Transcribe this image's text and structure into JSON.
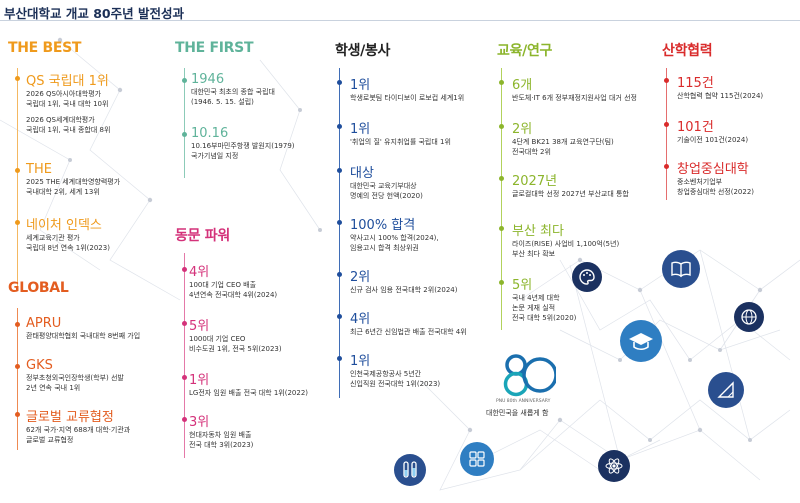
{
  "page_title": "부산대학교 개교 80주년 발전성과",
  "colors": {
    "navy": "#1b2f56",
    "best": "#ef9a1c",
    "global": "#e35d20",
    "first": "#5fb39a",
    "alumni": "#d4327a",
    "student": "#1f4e9c",
    "edu": "#8cb52c",
    "industry": "#d92b2b"
  },
  "best": {
    "title": "THE BEST",
    "items": [
      {
        "head": "QS 국립대 1위",
        "lines": [
          "2026 QS아시아대학평가",
          "국립대 1위, 국내 대학 10위",
          "",
          "2026 QS세계대학평가",
          "국립대 1위, 국내 종합대 8위"
        ]
      },
      {
        "head": "THE",
        "lines": [
          "2025 THE 세계대학영향력평가",
          "국내대학 2위, 세계 13위"
        ]
      },
      {
        "head": "네이처 인덱스",
        "lines": [
          "세계교육기관 평가",
          "국립대 8년 연속 1위(2023)"
        ]
      }
    ]
  },
  "global": {
    "title": "GLOBAL",
    "items": [
      {
        "head": "APRU",
        "lines": [
          "환태평양대학협회 국내대학 8번째 가입"
        ]
      },
      {
        "head": "GKS",
        "lines": [
          "정부초청외국인장학생(학부) 선발",
          "2년 연속 국내 1위"
        ]
      },
      {
        "head": "글로벌 교류협정",
        "lines": [
          "62개 국가·지역 688개 대학·기관과",
          "글로벌 교류협정"
        ]
      }
    ]
  },
  "first": {
    "title": "THE FIRST",
    "items": [
      {
        "head": "1946",
        "lines": [
          "대한민국 최초의 종합 국립대",
          "(1946. 5. 15. 설립)"
        ]
      },
      {
        "head": "10.16",
        "lines": [
          "10.16부마민주항쟁 발원지(1979)",
          "국가기념일 지정"
        ]
      }
    ]
  },
  "alumni": {
    "title": "동문 파워",
    "items": [
      {
        "head": "4위",
        "lines": [
          "100대 기업 CEO 배출",
          "4년연속 전국대학 4위(2024)"
        ]
      },
      {
        "head": "5위",
        "lines": [
          "1000대 기업 CEO",
          "비수도권 1위, 전국 5위(2023)"
        ]
      },
      {
        "head": "1위",
        "lines": [
          "LG전자 임원 배출 전국 대학 1위(2022)"
        ]
      },
      {
        "head": "3위",
        "lines": [
          "현대자동차 임원 배출",
          "전국 대학 3위(2023)"
        ]
      }
    ]
  },
  "student": {
    "title": "학생/봉사",
    "items": [
      {
        "head": "1위",
        "lines": [
          "학생로봇팀 타이디보이 로보컵 세계1위"
        ]
      },
      {
        "head": "1위",
        "lines": [
          "'취업의 질' 유지취업률 국립대 1위"
        ]
      },
      {
        "head": "대상",
        "lines": [
          "대한민국 교육기부대상",
          "명예의 전당 헌액(2020)"
        ]
      },
      {
        "head": "100% 합격",
        "lines": [
          "약사고시 100% 합격(2024),",
          "임용고시 합격 최상위권"
        ]
      },
      {
        "head": "2위",
        "lines": [
          "신규 검사 임용 전국대학 2위(2024)"
        ]
      },
      {
        "head": "4위",
        "lines": [
          "최근 6년간 신임법관 배출 전국대학 4위"
        ]
      },
      {
        "head": "1위",
        "lines": [
          "인천국제공항공사 5년간",
          "신입직원 전국대학 1위(2023)"
        ]
      }
    ]
  },
  "edu": {
    "title": "교육/연구",
    "items": [
      {
        "head": "6개",
        "lines": [
          "반도체·IT 6개 정부재정지원사업 대거 선정"
        ]
      },
      {
        "head": "2위",
        "lines": [
          "4단계 BK21 38개 교육연구단(팀)",
          "전국대학 2위"
        ]
      },
      {
        "head": "2027년",
        "lines": [
          "글로컬대학 선정 2027년 부산교대 통합"
        ]
      },
      {
        "head": "부산 최다",
        "lines": [
          "라이즈(RISE) 사업비 1,100억(5년)",
          "부산 최다 확보"
        ]
      },
      {
        "head": "5위",
        "lines": [
          "국내 4년제 대학",
          "논문 게재 실적",
          "전국 대학 5위(2020)"
        ]
      }
    ]
  },
  "industry": {
    "title": "산학협력",
    "items": [
      {
        "head": "115건",
        "lines": [
          "산학협력 협약 115건(2024)"
        ]
      },
      {
        "head": "101건",
        "lines": [
          "기술이전 101건(2024)"
        ]
      },
      {
        "head": "창업중심대학",
        "lines": [
          "중소벤처기업부",
          "창업중심대학 선정(2022)"
        ]
      }
    ]
  },
  "logo": {
    "number": "80",
    "sub": "PNU 80th ANNIVERSARY",
    "caption": "대한민국을 새롭게 함"
  },
  "icons": [
    "palette-icon",
    "book-icon",
    "globe-icon",
    "graduation-cap-icon",
    "ruler-triangle-icon",
    "test-tubes-icon",
    "calculator-icon",
    "atom-icon"
  ]
}
